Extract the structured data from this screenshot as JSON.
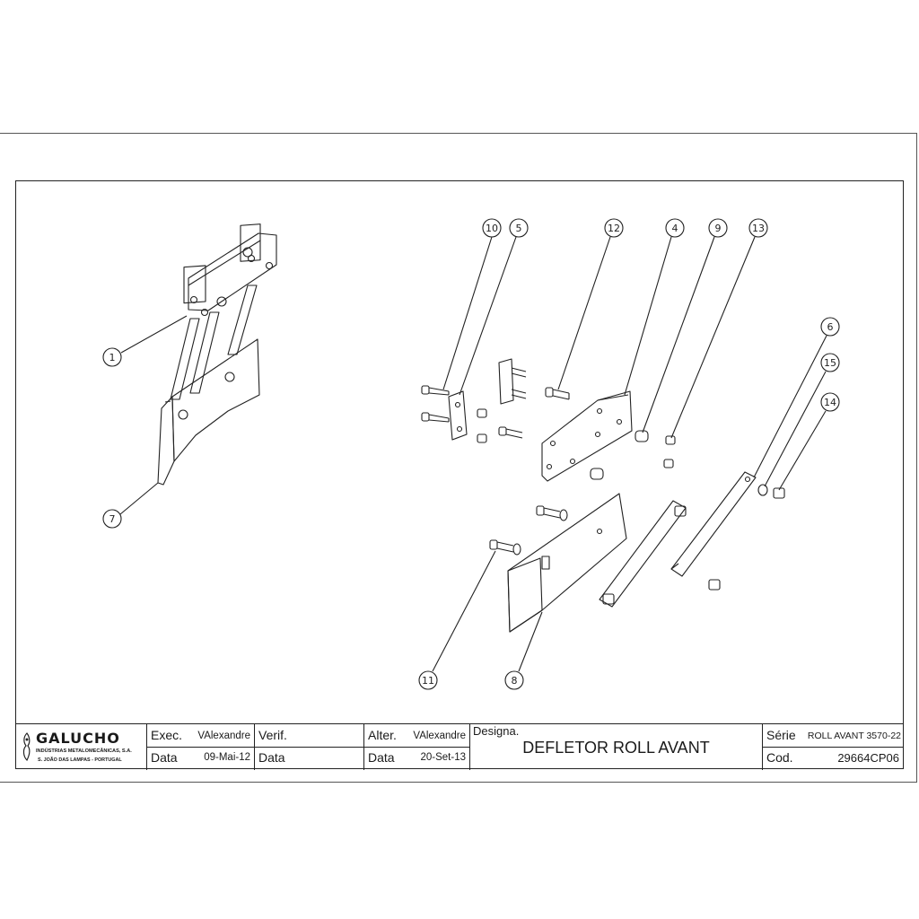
{
  "drawing": {
    "balloons": [
      {
        "label": "1"
      },
      {
        "label": "7"
      },
      {
        "label": "10"
      },
      {
        "label": "5"
      },
      {
        "label": "12"
      },
      {
        "label": "4"
      },
      {
        "label": "9"
      },
      {
        "label": "13"
      },
      {
        "label": "6"
      },
      {
        "label": "15"
      },
      {
        "label": "14"
      },
      {
        "label": "11"
      },
      {
        "label": "8"
      }
    ]
  },
  "title_block": {
    "company_logo_text": "GALUCHO",
    "company_line1": "INDÚSTRIAS METALOMECÂNICAS, S.A.",
    "company_line2": "S. JOÃO DAS LAMPAS - PORTUGAL",
    "exec_label": "Exec.",
    "exec_value": "VAlexandre",
    "verif_label": "Verif.",
    "verif_value": "",
    "alter_label": "Alter.",
    "alter_value": "VAlexandre",
    "data_label": "Data",
    "exec_date": "09-Mai-12",
    "verif_date": "",
    "alter_date": "20-Set-13",
    "designation_label": "Designa.",
    "designation": "DEFLETOR ROLL AVANT",
    "serie_label": "Série",
    "serie_value": "ROLL AVANT 3570-22",
    "cod_label": "Cod.",
    "cod_value": "29664CP06"
  }
}
